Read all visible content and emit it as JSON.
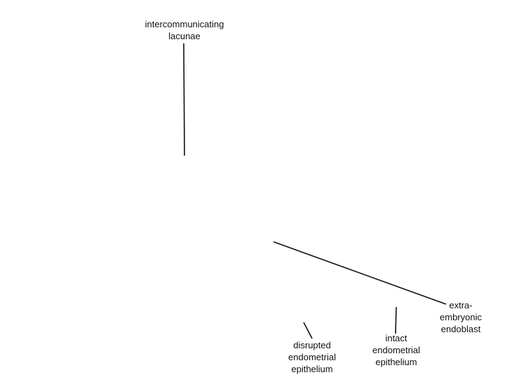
{
  "labels": {
    "lacunae": {
      "line1": "intercommunicating",
      "line2": "lacunae"
    },
    "disrupted": {
      "line1": "disrupted",
      "line2": "endometrial",
      "line3": "epithelium"
    },
    "intact": {
      "line1": "intact",
      "line2": "endometrial",
      "line3": "epithelium"
    },
    "endoblast": {
      "line1": "extra-",
      "line2": "embryonic",
      "line3": "endoblast"
    }
  },
  "colors": {
    "leader_line": "#111111",
    "text": "#111111",
    "background": "#ffffff"
  }
}
